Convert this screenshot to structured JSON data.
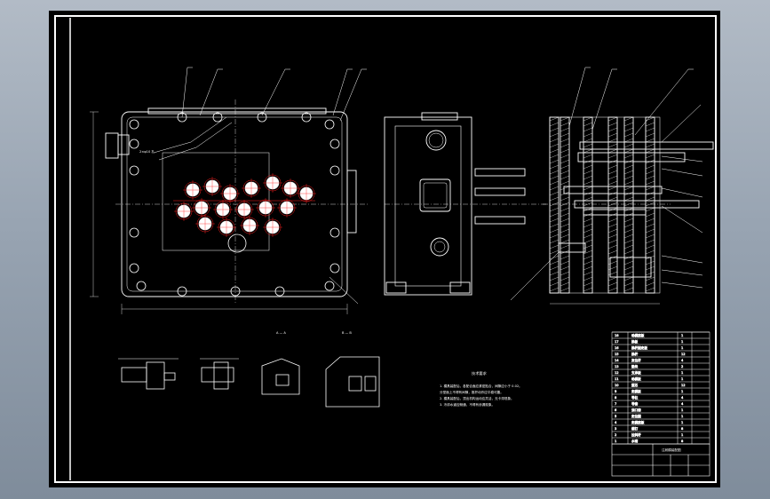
{
  "window": {
    "background": "#9aa5b2"
  },
  "drawing": {
    "sheet_color": "#000000",
    "line_color": "#ffffff",
    "accent_color": "#ff2020",
    "plan_view_label": "2×φ10 孔",
    "section_labels": [
      "A — A",
      "B — B"
    ],
    "tech_req_title": "技术要求",
    "tech_req_lines": [
      "1. 模具装配后，各配合面应紧密贴合，间隙应小于 0.02。",
      "   分型面上不得有间隙，推杆动作应平稳可靠。",
      "2. 模具装配后，顶出机构运动应灵活，无卡滞现象。",
      "3. 冷却水道应畅通，不得有渗漏现象。"
    ],
    "bom_rows": [
      {
        "no": "18",
        "name": "动模座板",
        "qty": "1"
      },
      {
        "no": "17",
        "name": "推板",
        "qty": "1"
      },
      {
        "no": "16",
        "name": "推杆固定板",
        "qty": "1"
      },
      {
        "no": "15",
        "name": "推杆",
        "qty": "12"
      },
      {
        "no": "14",
        "name": "复位杆",
        "qty": "4"
      },
      {
        "no": "13",
        "name": "垫块",
        "qty": "2"
      },
      {
        "no": "12",
        "name": "支承板",
        "qty": "1"
      },
      {
        "no": "11",
        "name": "动模板",
        "qty": "1"
      },
      {
        "no": "10",
        "name": "型芯",
        "qty": "12"
      },
      {
        "no": "9",
        "name": "定模板",
        "qty": "1"
      },
      {
        "no": "8",
        "name": "导柱",
        "qty": "4"
      },
      {
        "no": "7",
        "name": "导套",
        "qty": "4"
      },
      {
        "no": "6",
        "name": "浇口套",
        "qty": "1"
      },
      {
        "no": "5",
        "name": "定位圈",
        "qty": "1"
      },
      {
        "no": "4",
        "name": "定模座板",
        "qty": "1"
      },
      {
        "no": "3",
        "name": "螺钉",
        "qty": "8"
      },
      {
        "no": "2",
        "name": "拉料杆",
        "qty": "1"
      },
      {
        "no": "1",
        "name": "水嘴",
        "qty": "8"
      }
    ],
    "title_block_name": "注射模装配图"
  }
}
